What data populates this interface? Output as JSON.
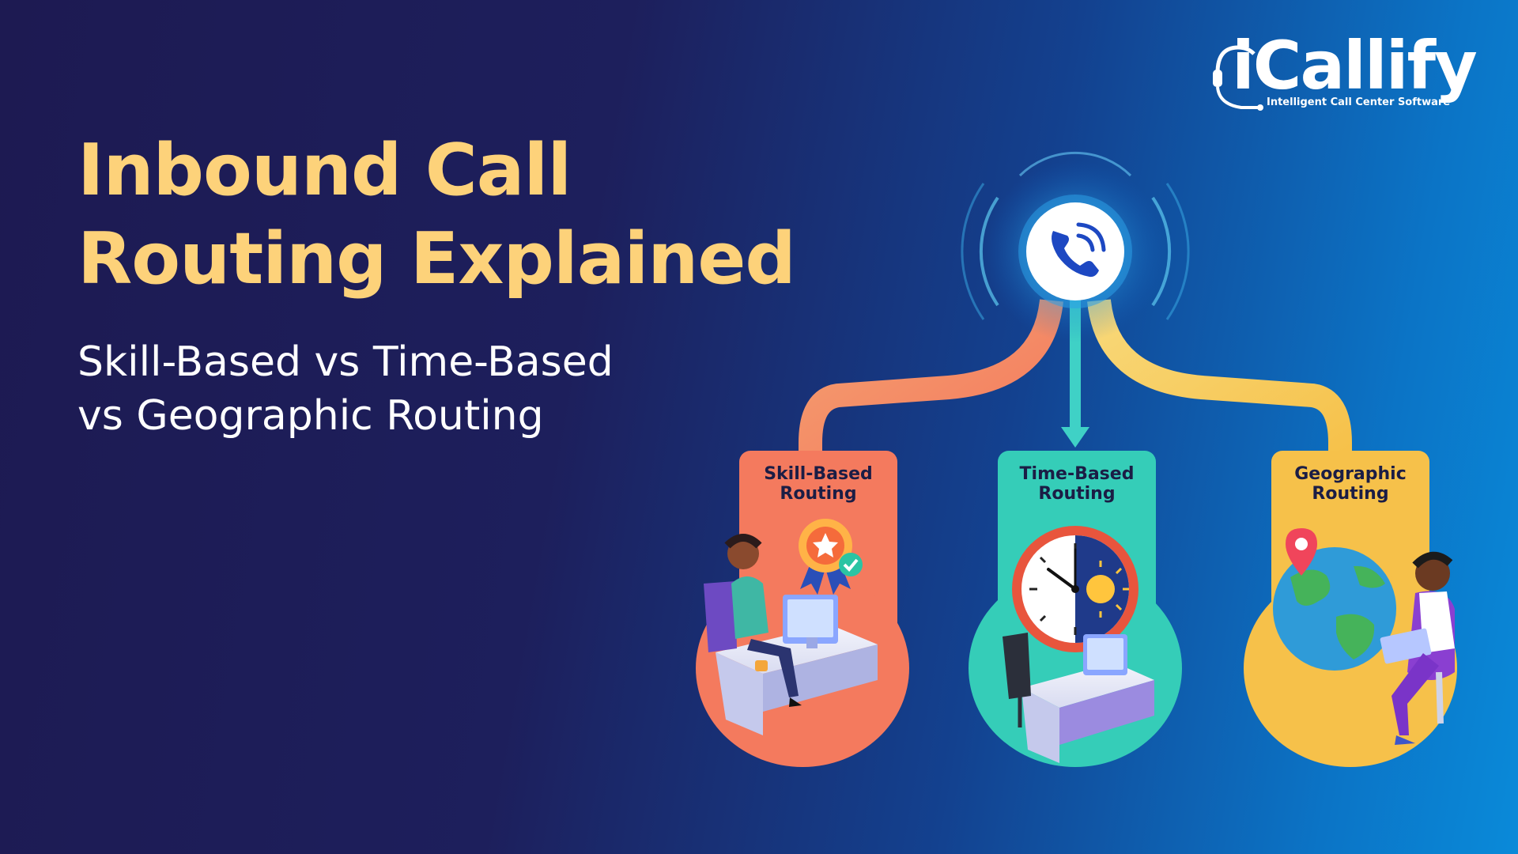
{
  "headline": {
    "line1": "Inbound Call",
    "line2": "Routing Explained"
  },
  "subtitle": {
    "line1": "Skill-Based vs Time-Based",
    "line2": "vs Geographic Routing"
  },
  "logo": {
    "name": "iCallify",
    "tagline": "Intelligent Call Center Software",
    "icon": "headset-icon"
  },
  "center_icon": "phone-call-icon",
  "cards": [
    {
      "line1": "Skill-Based",
      "line2": "Routing",
      "color": "#f47a5e",
      "icon": "award-badge-icon"
    },
    {
      "line1": "Time-Based",
      "line2": "Routing",
      "color": "#35cdb8",
      "icon": "clock-icon"
    },
    {
      "line1": "Geographic",
      "line2": "Routing",
      "color": "#f6c14a",
      "icon": "globe-location-icon"
    }
  ],
  "colors": {
    "headline": "#fdd27a",
    "background_start": "#1d1a52",
    "background_end": "#0a8ad9"
  }
}
